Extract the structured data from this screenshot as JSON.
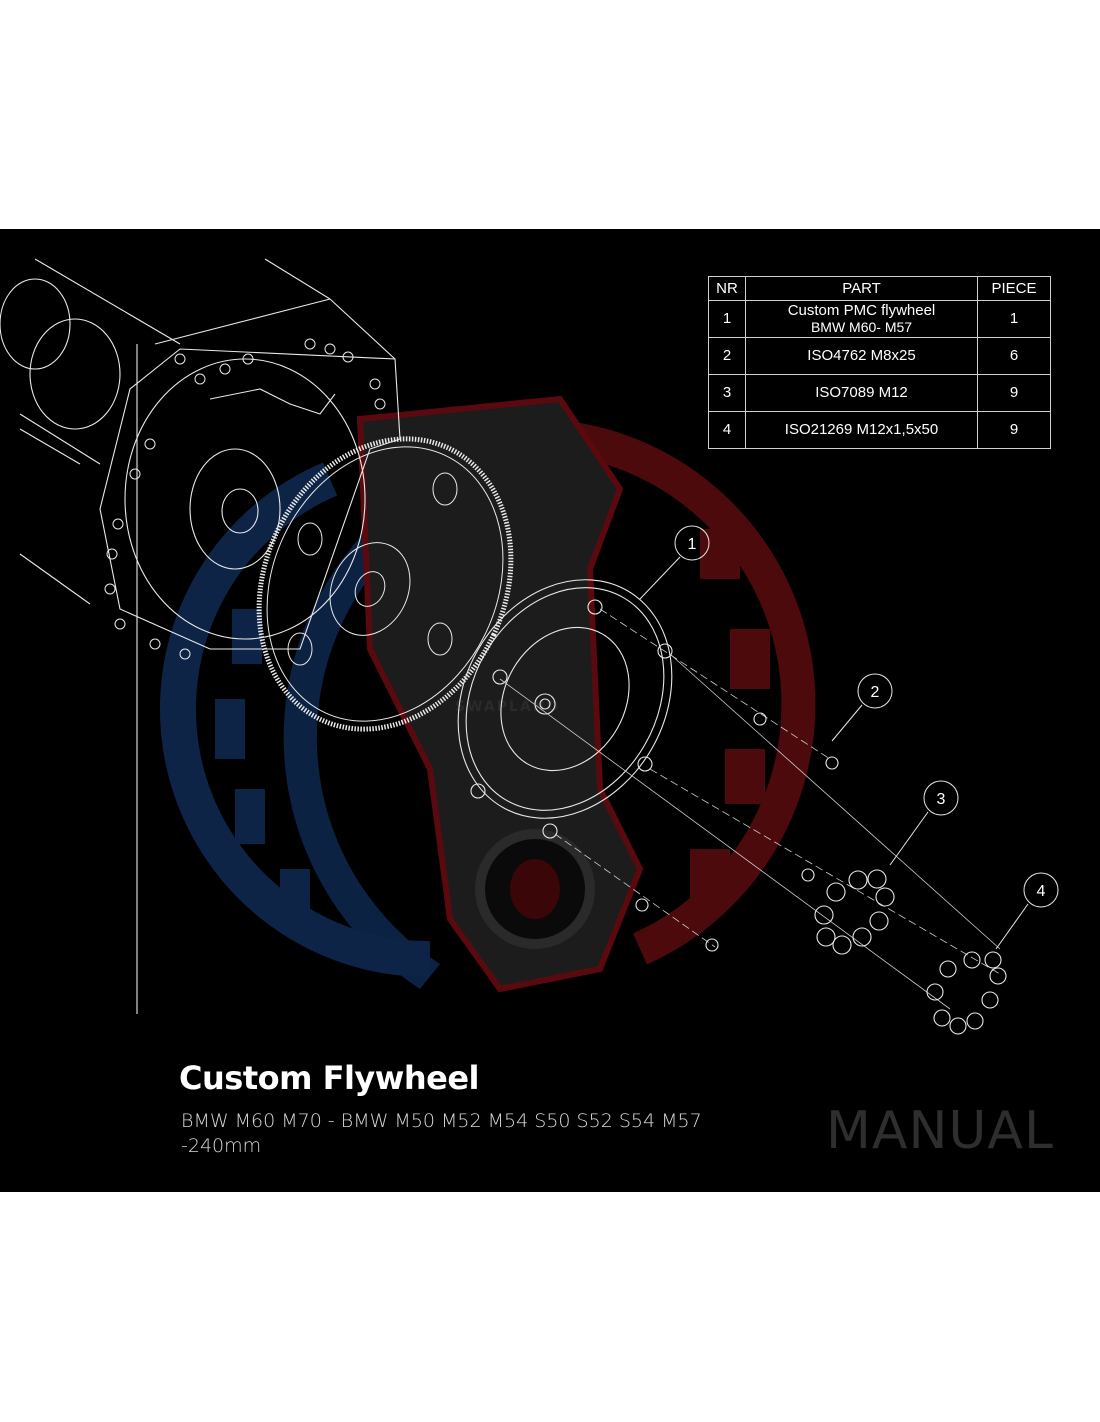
{
  "parts_table": {
    "headers": {
      "nr": "NR",
      "part": "PART",
      "piece": "PIECE"
    },
    "rows": [
      {
        "nr": "1",
        "part_line1": "Custom PMC flywheel",
        "part_line2": "BMW M60- M57",
        "piece": "1"
      },
      {
        "nr": "2",
        "part_line1": "ISO4762 M8x25",
        "part_line2": "",
        "piece": "6"
      },
      {
        "nr": "3",
        "part_line1": "ISO7089 M12",
        "part_line2": "",
        "piece": "9"
      },
      {
        "nr": "4",
        "part_line1": "ISO21269 M12x1,5x50",
        "part_line2": "",
        "piece": "9"
      }
    ]
  },
  "callouts": [
    "1",
    "2",
    "3",
    "4"
  ],
  "watermark": {
    "text": "SWAPLAND",
    "colors": {
      "red": "#5a0a0e",
      "blue": "#0d2447"
    }
  },
  "product": {
    "title": "Custom Flywheel",
    "subtitle_line1": "BMW M60 M70 - BMW M50 M52 M54 S50 S52 S54 M57",
    "subtitle_line2": "-240mm",
    "badge": "MANUAL"
  },
  "colors": {
    "background": "#000000",
    "line": "#e8e8e8",
    "badge": "#2e2e2e"
  }
}
